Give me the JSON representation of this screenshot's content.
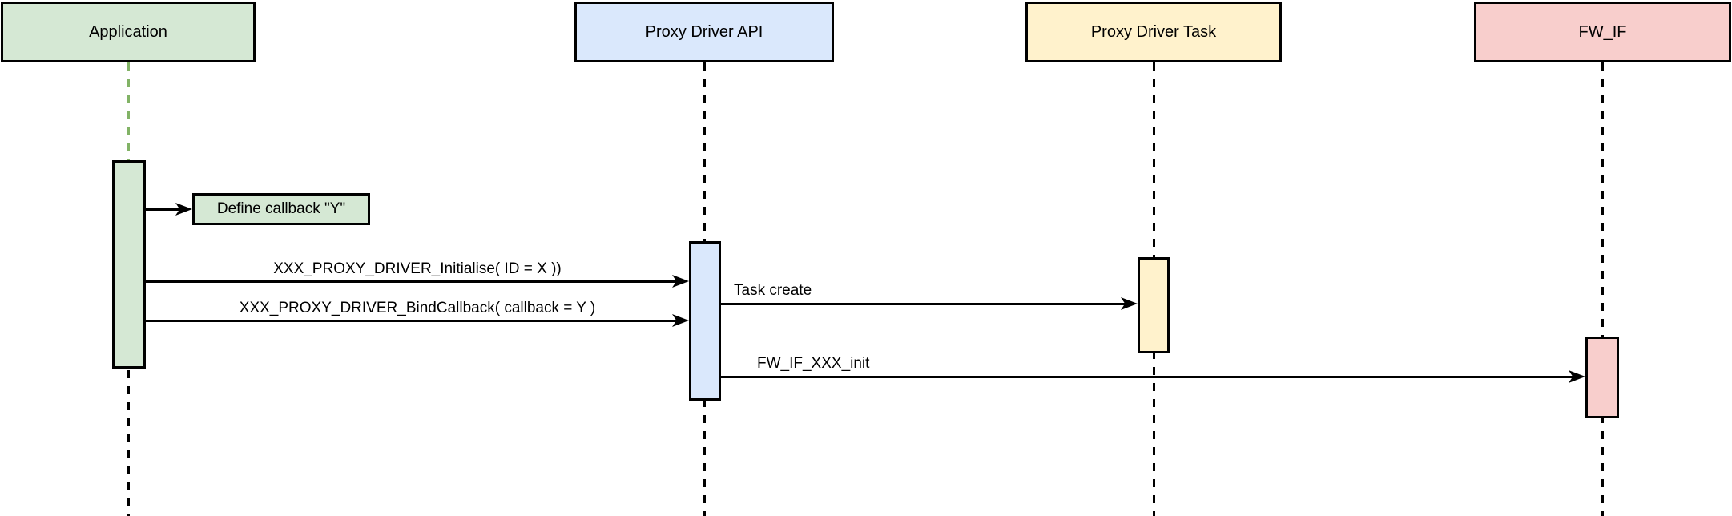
{
  "diagram": {
    "type": "uml-sequence",
    "participants": [
      {
        "id": "application",
        "label": "Application",
        "fill": "#d5e8d4",
        "lifeline_color": "#82b366"
      },
      {
        "id": "proxy-driver-api",
        "label": "Proxy Driver API",
        "fill": "#dae8fc",
        "lifeline_color": "#000000"
      },
      {
        "id": "proxy-driver-task",
        "label": "Proxy Driver Task",
        "fill": "#fff2cc",
        "lifeline_color": "#000000"
      },
      {
        "id": "fw-if",
        "label": "FW_IF",
        "fill": "#f8cecc",
        "lifeline_color": "#000000"
      }
    ],
    "note": {
      "label": "Define callback \"Y\"",
      "fill": "#d5e8d4"
    },
    "messages": [
      {
        "from": "application",
        "to": "note",
        "label": ""
      },
      {
        "from": "application",
        "to": "proxy-driver-api",
        "label": "XXX_PROXY_DRIVER_Initialise( ID = X ))"
      },
      {
        "from": "application",
        "to": "proxy-driver-api",
        "label": "XXX_PROXY_DRIVER_BindCallback( callback = Y )"
      },
      {
        "from": "proxy-driver-api",
        "to": "proxy-driver-task",
        "label": "Task create"
      },
      {
        "from": "proxy-driver-api",
        "to": "fw-if",
        "label": "FW_IF_XXX_init"
      }
    ],
    "colors": {
      "background": "#ffffff",
      "stroke": "#000000",
      "green_fill": "#d5e8d4",
      "green_stroke": "#82b366",
      "blue_fill": "#dae8fc",
      "yellow_fill": "#fff2cc",
      "red_fill": "#f8cecc"
    }
  }
}
